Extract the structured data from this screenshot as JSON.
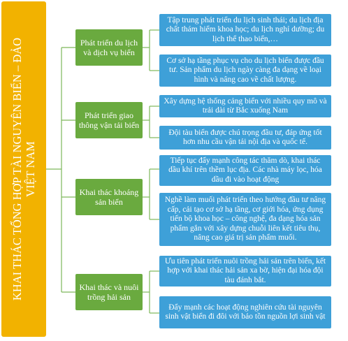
{
  "root": {
    "title_line1": "KHAI THÁC TỔNG HỢP TÀI NGUYÊN BIỂN – ĐẢO",
    "title_line2": "VIỆT NAM"
  },
  "branches": [
    {
      "label": "Phát triển du lịch và dịch vụ biển",
      "items": [
        "Tập trung phát triển du lịch sinh thái; du lịch địa chất thám hiểm khoa học; du lịch nghỉ dưỡng; du lịch thể thao biển,…",
        "Cơ sở hạ tầng phục vụ cho du lịch biển được đầu tư. Sản phẩm du lịch ngày càng đa dạng về loại hình và nâng cao về chất lượng."
      ]
    },
    {
      "label": "Phát triển giao thông vận tải biển",
      "items": [
        "Xây dựng hệ thống cảng biển với nhiều quy mô và trải dài từ Bắc xuống Nam",
        "Đội tàu biển được chú trọng đầu tư, đáp ứng tốt hơn nhu cầu vận tải nội địa và quốc tế."
      ]
    },
    {
      "label": "Khai thác khoáng sản biển",
      "items": [
        "Tiếp tục đẩy mạnh công tác thăm dò, khai thác dầu khí trên thềm lục địa. Các nhà máy lọc, hóa dầu đi vào hoạt động",
        "Nghề làm muối phát triển theo hướng đầu tư nâng cấp, cải tạo cơ sở hạ tầng, cơ giới hóa, ứng dụng tiến bộ khoa học – công nghệ, đa dạng hóa sản phẩm gắn với xây dựng chuỗi liên kết tiêu thụ, nâng cao giá trị sản phẩm muối."
      ]
    },
    {
      "label": "Khai thác và nuôi trồng hải sản",
      "items": [
        "Ưu tiên phát triển nuôi trồng hải sản trên biển, kết hợp với khai thác hải sản xa bờ, hiện đại hóa đội tàu đánh bắt.",
        "Đẩy mạnh các hoạt động nghiên cứu tài nguyên sinh vật biển đi đôi với bảo tồn nguồn lợi sinh vật"
      ]
    }
  ],
  "colors": {
    "root": "#f2b200",
    "branch": "#6aaa3f",
    "leaf": "#3ea0d8",
    "connector": "#7db85a"
  }
}
